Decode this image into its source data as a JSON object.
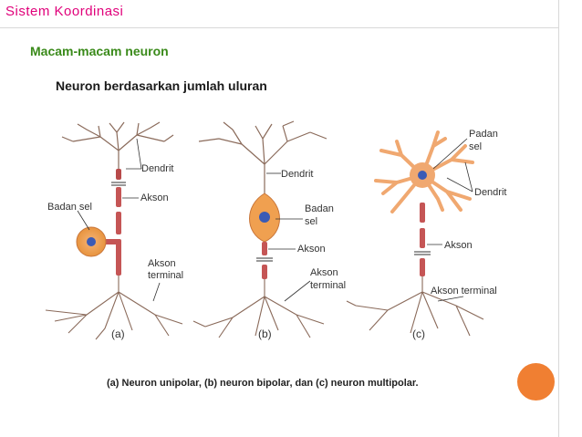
{
  "header": {
    "title": "Sistem Koordinasi"
  },
  "section_title": "Macam-macam neuron",
  "subtitle": "Neuron berdasarkan jumlah uluran",
  "labels": {
    "a": {
      "dendrit": "Dendrit",
      "badan": "Badan sel",
      "akson": "Akson",
      "akson_terminal_1": "Akson",
      "akson_terminal_2": "terminal",
      "panel": "(a)"
    },
    "b": {
      "dendrit": "Dendrit",
      "badan_1": "Badan",
      "badan_2": "sel",
      "akson": "Akson",
      "akson_terminal_1": "Akson",
      "akson_terminal_2": "terminal",
      "panel": "(b)"
    },
    "c": {
      "padan_1": "Padan",
      "padan_2": "sel",
      "dendrit": "Dendrit",
      "akson": "Akson",
      "akson_terminal": "Akson terminal",
      "panel": "(c)"
    }
  },
  "caption": "(a) Neuron unipolar, (b) neuron bipolar, dan (c) neuron multipolar.",
  "colors": {
    "title": "#e0007a",
    "section": "#3a8a1a",
    "accent": "#f07f32"
  }
}
